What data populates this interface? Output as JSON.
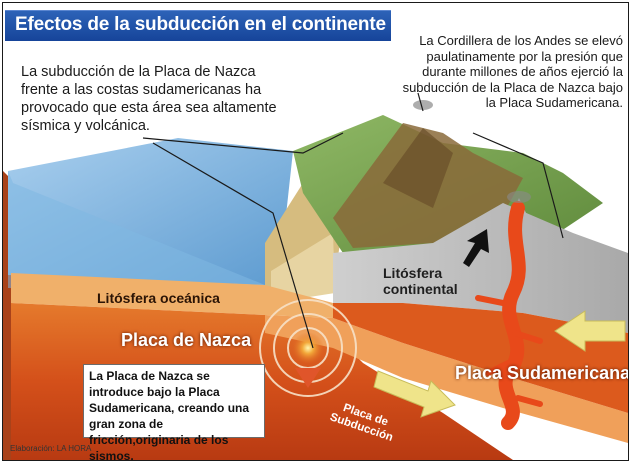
{
  "title": "Efectos de la subducción en el continente",
  "callouts": {
    "left": "La subducción de la Placa de Nazca frente a las costas sudamericanas ha provocado que esta área sea altamente sísmica y volcánica.",
    "right": "La Cordillera de los Andes se elevó paulatinamente por la presión que durante millones de años ejerció la subducción de la Placa de Nazca bajo la Placa Sudamericana."
  },
  "labels": {
    "oceanic_lithosphere": "Litósfera oceánica",
    "continental_lithosphere": "Litósfera continental",
    "nazca_plate": "Placa de Nazca",
    "south_american_plate": "Placa Sudamericana",
    "subduction_plate": "Placa de Subducción"
  },
  "info_box": "La Placa de Nazca se introduce bajo la Placa Sudamericana, creando una gran zona de fricción,originaria de los sismos.",
  "credit": "Elaboración: LA HORA",
  "colors": {
    "title_bar": "#1f55ad",
    "ocean": "#6aa9d8",
    "mantle": "#e0621a",
    "lava": "#e8491a",
    "arrow_yellow": "#efe48a"
  }
}
